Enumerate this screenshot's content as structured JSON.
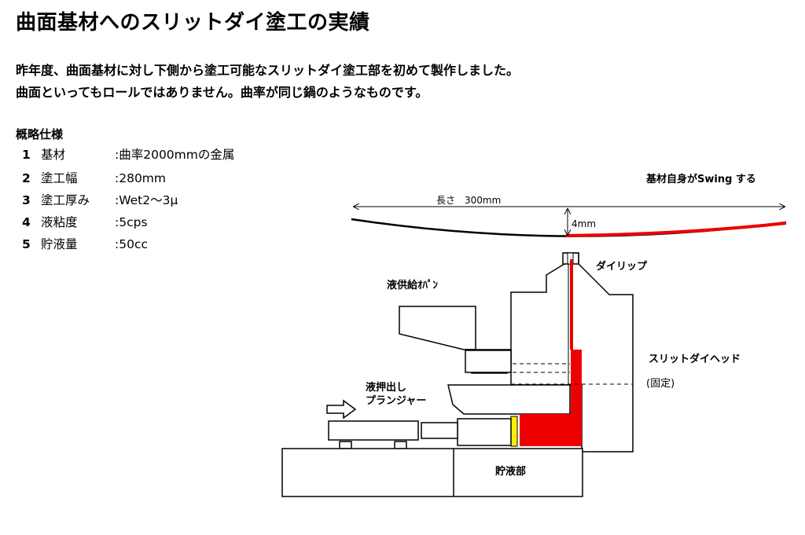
{
  "title": "曲面基材へのスリットダイ塗工の実績",
  "intro": [
    "昨年度、曲面基材に対し下側から塗工可能なスリットダイ塗工部を初めて製作しました。",
    "曲面といってもロールではありません。曲率が同じ鍋のようなものです。"
  ],
  "spec_heading": "概略仕様",
  "specs": [
    {
      "num": "1",
      "name": "基材",
      "value": ":曲率2000mmの金属"
    },
    {
      "num": "2",
      "name": "塗工幅",
      "value": ":280mm"
    },
    {
      "num": "3",
      "name": "塗工厚み",
      "value": ":Wet2～3μ"
    },
    {
      "num": "4",
      "name": "液粘度",
      "value": ":5cps"
    },
    {
      "num": "5",
      "name": "貯液量",
      "value": ":50cc"
    }
  ],
  "diagram": {
    "substrate_label": "基材自身がSwing する",
    "length_label": "長さ　300mm",
    "gap_label": "4mm",
    "die_lip_label": "ダイリップ",
    "supply_pan_label": "液供給ｵﾊﾟﾝ",
    "slit_die_head_label": "スリットダイヘッド",
    "fixed_label": "(固定)",
    "plunger_label_1": "液押出し",
    "plunger_label_2": "プランジャー",
    "reservoir_label": "貯液部",
    "coating_color": "#ee0000",
    "seal_color": "#ffee00"
  }
}
